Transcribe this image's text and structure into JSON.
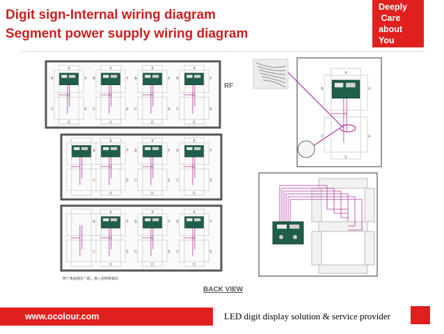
{
  "header": {
    "title_line1": "Digit sign-Internal wiring diagram",
    "title_line2": "Segment power supply wiring diagram"
  },
  "badge": {
    "line1": "Deeply",
    "line2": " Care",
    "line3": "about",
    "line4": "You"
  },
  "diagram": {
    "segment_letters": [
      "A",
      "B",
      "F",
      "G",
      "C",
      "E",
      "D"
    ],
    "rf_label": "RF",
    "back_view_label": "BACK VIEW",
    "caption_cn": "两个笔画接在一起，接入控制板输出"
  },
  "footer": {
    "url": "www.ocolour.com",
    "tagline": "LED digit display solution & service provider"
  },
  "colors": {
    "brand_red": "#e0201f",
    "title_red": "#cc1f1f",
    "wire_magenta": "#b0309c",
    "segment_gray": "#d9d9d9",
    "board_green": "#1f5e4a"
  }
}
